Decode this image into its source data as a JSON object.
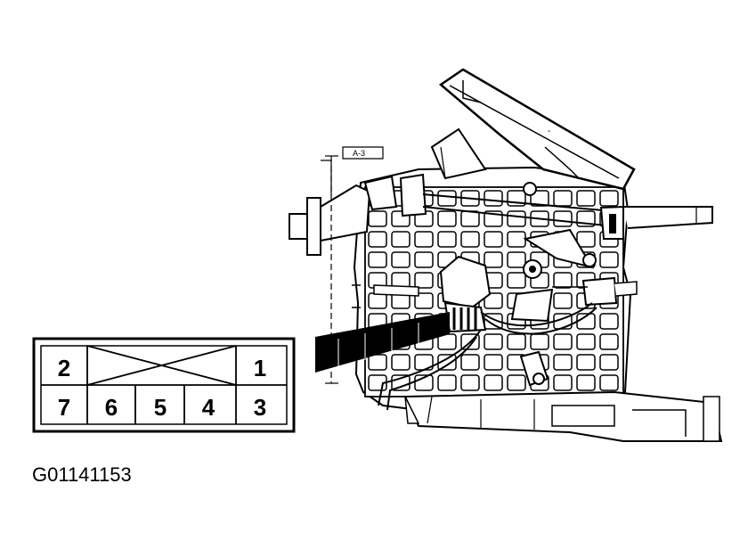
{
  "figure_code": "G01141153",
  "connector": {
    "top_row": {
      "left": "2",
      "right": "1"
    },
    "bottom_row": [
      "7",
      "6",
      "5",
      "4",
      "3"
    ]
  },
  "housing": {
    "top_label": "A-3"
  },
  "colors": {
    "line": "#000000",
    "background": "#ffffff"
  }
}
